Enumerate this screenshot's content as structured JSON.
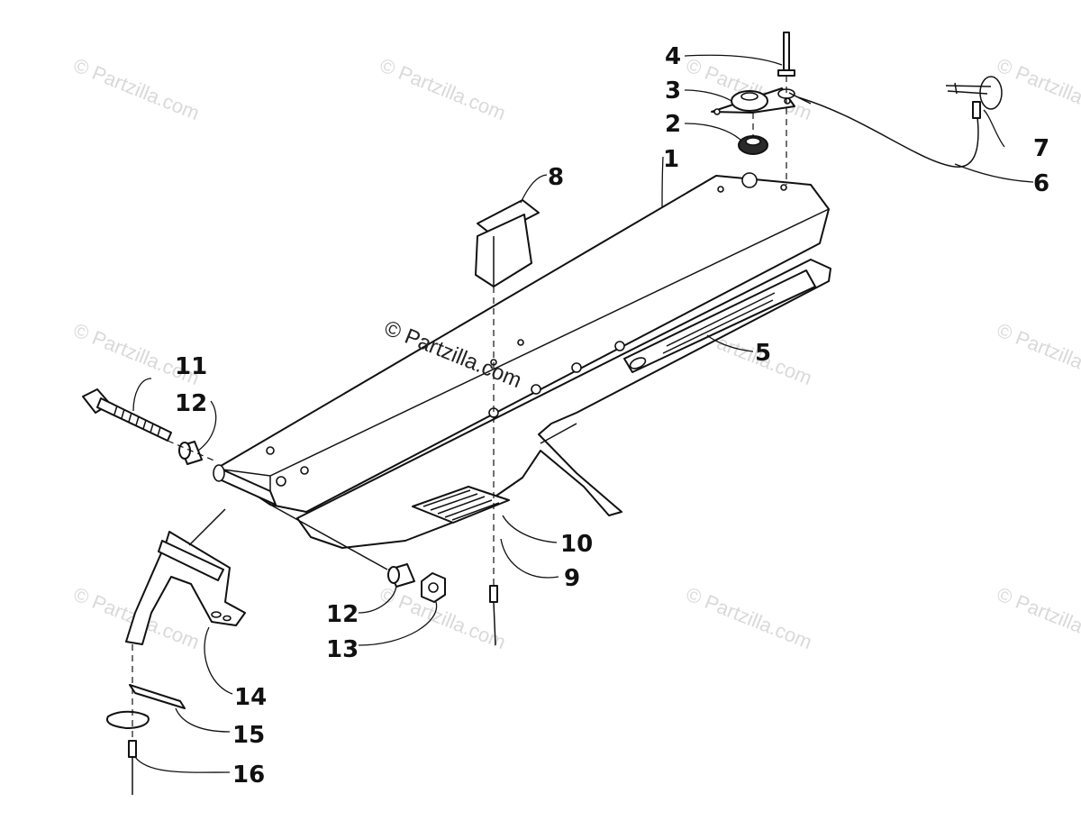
{
  "watermark": {
    "tiled_text": "© Partzilla.com",
    "center_text": "© Partzilla.com"
  },
  "callouts": {
    "c1": "1",
    "c2": "2",
    "c3": "3",
    "c4": "4",
    "c5": "5",
    "c6": "6",
    "c7": "7",
    "c8": "8",
    "c9": "9",
    "c10": "10",
    "c11": "11",
    "c12a": "12",
    "c12b": "12",
    "c13": "13",
    "c14": "14",
    "c15": "15",
    "c16": "16"
  }
}
